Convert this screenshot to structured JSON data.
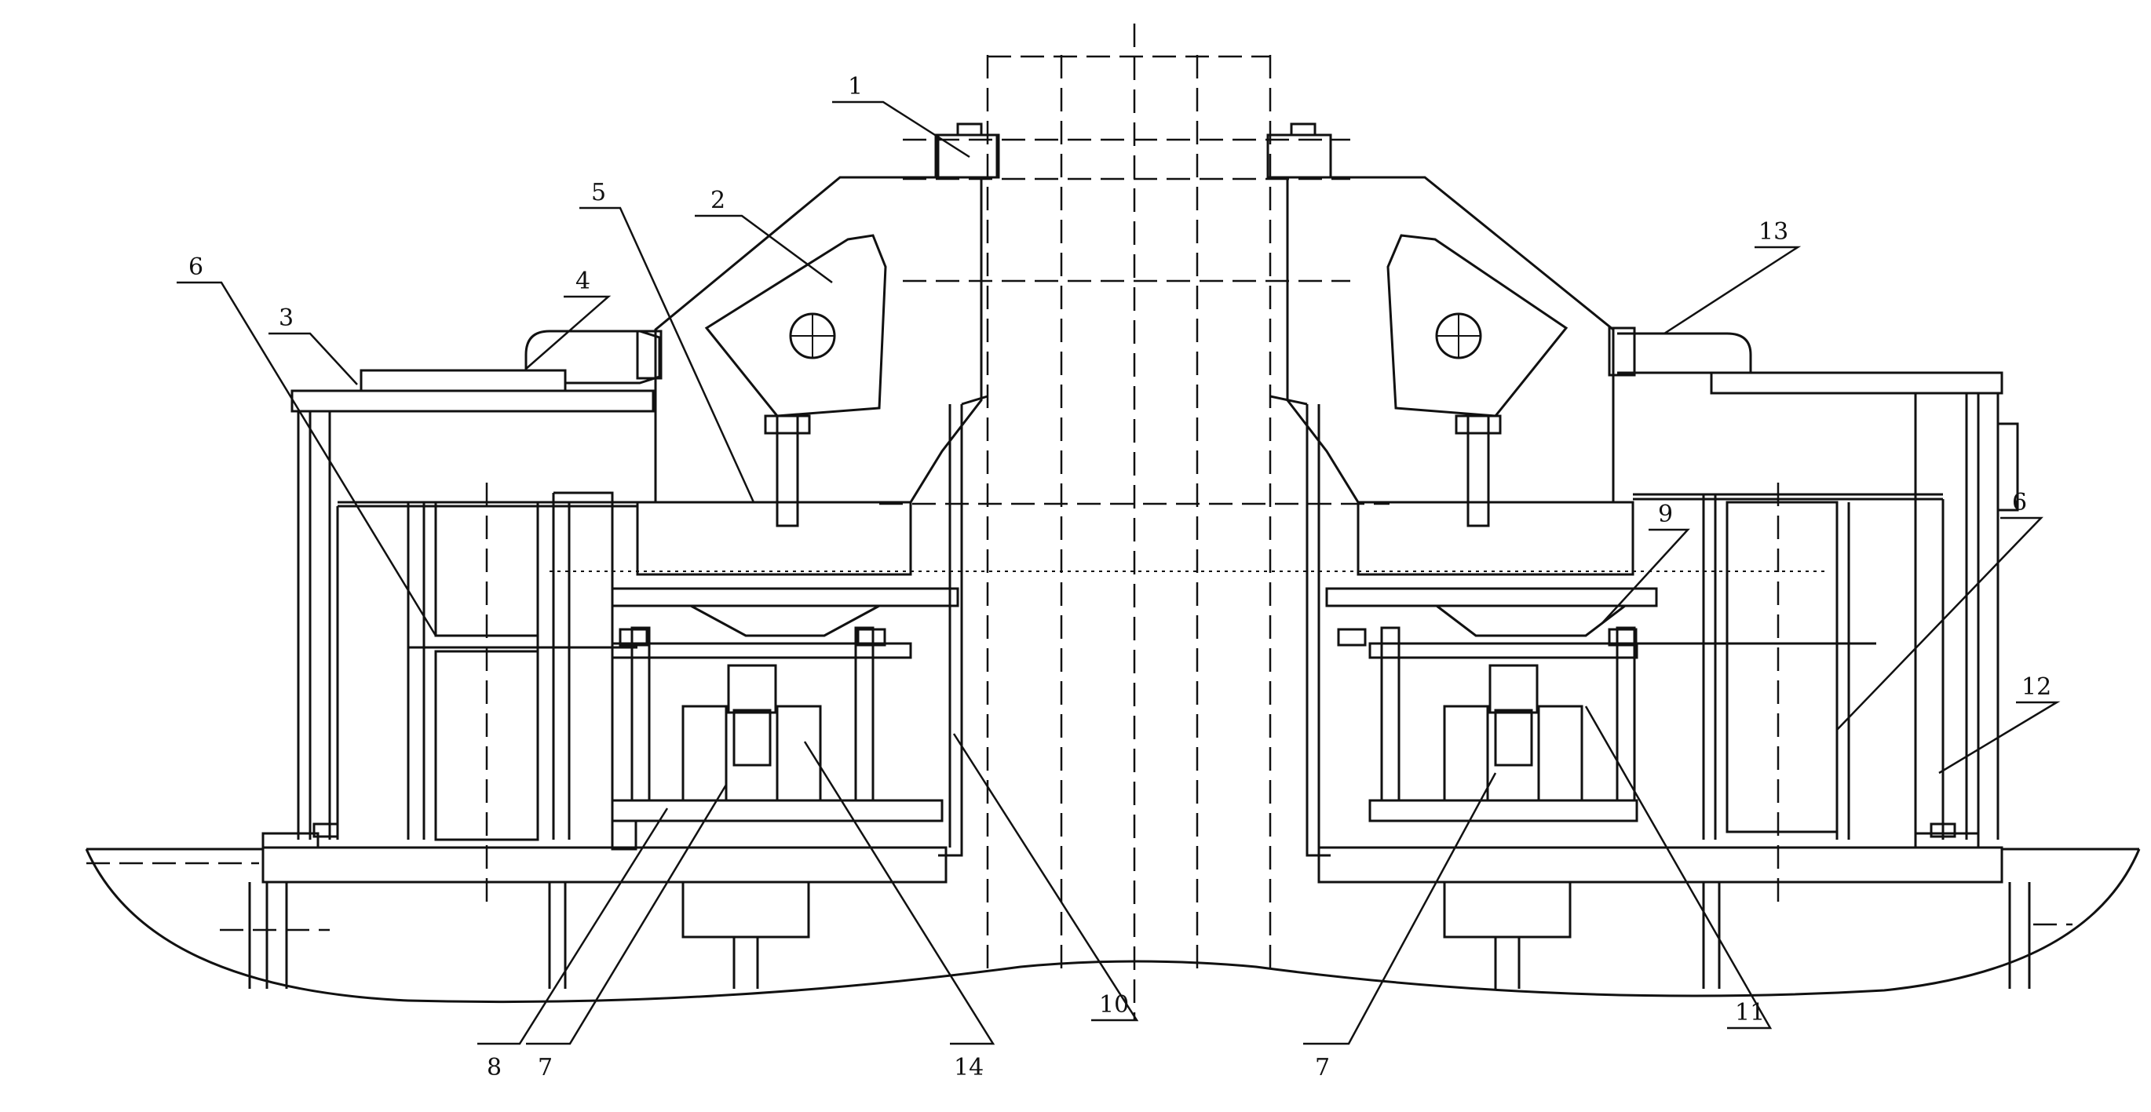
{
  "labels": [
    "1",
    "2",
    "3",
    "4",
    "5",
    "6",
    "6",
    "7",
    "7",
    "8",
    "9",
    "10",
    "11",
    "12",
    "13",
    "14"
  ]
}
